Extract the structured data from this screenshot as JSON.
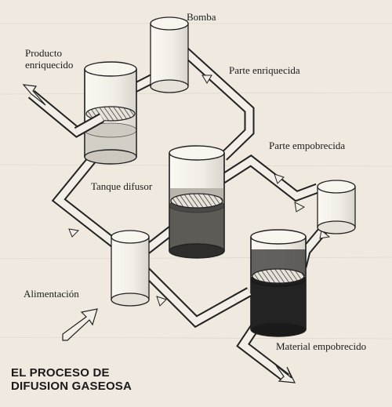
{
  "labels": {
    "pump": "Bomba",
    "enriched_product_line1": "Producto",
    "enriched_product_line2": "enriquecido",
    "enriched_part": "Parte enriquecida",
    "depleted_part": "Parte empobrecida",
    "diffuser_tank": "Tanque difusor",
    "feed": "Alimentación",
    "depleted_material": "Material empobrecido"
  },
  "title": {
    "line1": "EL PROCESO DE",
    "line2": "DIFUSION GASEOSA"
  },
  "colors": {
    "paper": "#efe9e0",
    "ink": "#1a1a1a",
    "pipe_fill": "#f3efe8",
    "tank_light": "#d4cfc6",
    "tank_mid": "#8e8a84",
    "tank_dark": "#262626"
  }
}
